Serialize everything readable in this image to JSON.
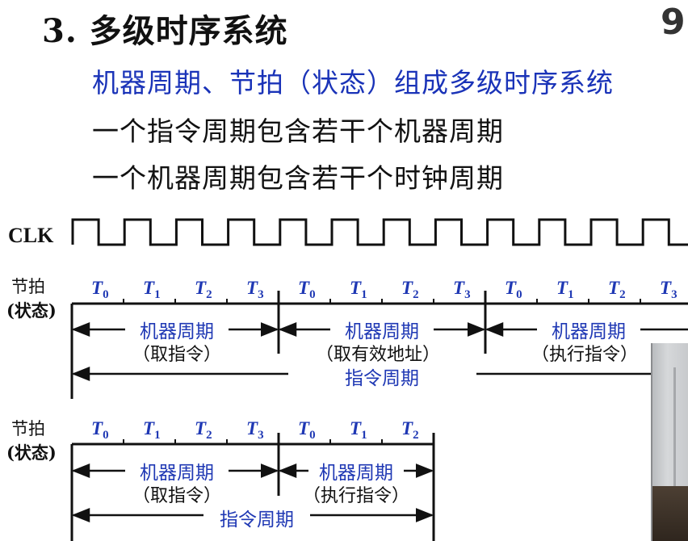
{
  "slide": {
    "title": "3. 多级时序系统",
    "page_number": "9",
    "lines": [
      "机器周期、节拍（状态）组成多级时序系统",
      "一个指令周期包含若干个机器周期",
      "一个机器周期包含若干个时钟周期"
    ]
  },
  "colors": {
    "accent": "#1a33b8",
    "text": "#111111",
    "diagram_blue": "#1f38b4"
  },
  "clock": {
    "label": "CLK",
    "cycles_visible": 13
  },
  "diagram1": {
    "row_label_1": "节拍",
    "row_label_2": "(状态)",
    "cycles": [
      {
        "beats": [
          "T0",
          "T1",
          "T2",
          "T3"
        ],
        "name": "机器周期",
        "sub": "（取指令）"
      },
      {
        "beats": [
          "T0",
          "T1",
          "T2",
          "T3"
        ],
        "name": "机器周期",
        "sub": "（取有效地址）"
      },
      {
        "beats": [
          "T0",
          "T1",
          "T2",
          "T3"
        ],
        "name": "机器周期",
        "sub": "（执行指令）"
      }
    ],
    "instruction_cycle": "指令周期"
  },
  "diagram2": {
    "row_label_1": "节拍",
    "row_label_2": "(状态)",
    "cycles": [
      {
        "beats": [
          "T0",
          "T1",
          "T2",
          "T3"
        ],
        "name": "机器周期",
        "sub": "（取指令）"
      },
      {
        "beats": [
          "T0",
          "T1",
          "T2"
        ],
        "name": "机器周期",
        "sub": "（执行指令）"
      }
    ],
    "instruction_cycle": "指令周期"
  }
}
